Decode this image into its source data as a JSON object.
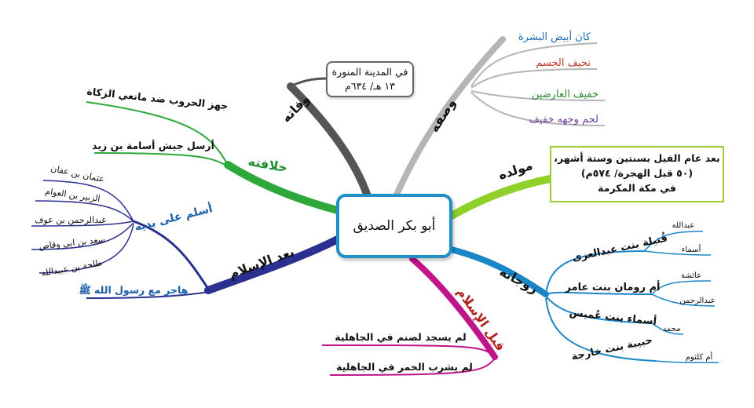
{
  "center": "أبو بكر الصديق",
  "death": {
    "title": "وفاته",
    "line1": "في المدينة المنورة",
    "line2": "١٣ هـ/ ٦٣٤م",
    "color": "#555555"
  },
  "description": {
    "title": "وصفه",
    "color": "#b5b5b5",
    "items": [
      {
        "text": "كان أبيض البشرة",
        "color": "#1f6fb5"
      },
      {
        "text": "نحيف الجسم",
        "color": "#c0392b"
      },
      {
        "text": "خفيف العارضين",
        "color": "#2e8b2e"
      },
      {
        "text": "لحم وجهه خفيف",
        "color": "#6a3d9a"
      }
    ]
  },
  "birth": {
    "title": "مولده",
    "color": "#8fd12a",
    "line1": "بعد عام الفيل بسنتين وستة أشهر،",
    "line2": "(٥٠ قبل الهجرة/ ٥٧٤م)",
    "line3": "في مكة المكرمة"
  },
  "wives": {
    "title": "زوجاته",
    "color": "#1a86c8",
    "items": [
      {
        "name": "قُتيلة بنت عبدالعزى",
        "children": [
          "عبدالله",
          "أسماء"
        ]
      },
      {
        "name": "أم رومان بنت عامر",
        "children": [
          "عائشة",
          "عبدالرحمن"
        ]
      },
      {
        "name": "أسماء بنت عُميس",
        "children": [
          "محمد"
        ]
      },
      {
        "name": "حبيبة بنت خارجة",
        "children": [
          "أم كلثوم"
        ]
      }
    ]
  },
  "before_islam": {
    "title": "قبل الإسلام",
    "color": "#c0158a",
    "items": [
      "لم يسجد لصنم في الجاهلية",
      "لم يشرب الخمر في الجاهلية"
    ]
  },
  "after_islam": {
    "title": "بعد الإسلام",
    "color": "#2b2f8f",
    "converts_title": "أسلم على يديه",
    "converts": [
      "عثمان بن عفان",
      "الزبير بن العوام",
      "عبدالرحمن بن عوف",
      "سعد بن ابي وقاص",
      "طلحة بن عبيدالله"
    ],
    "migration": "هاجر مع رسول الله ﷺ"
  },
  "caliphate": {
    "title": "خلافته",
    "color": "#2ea83a",
    "items": [
      "جهز الحروب ضد مانعي الزكاة",
      "أرسل جيش أسامة بن زيد"
    ]
  }
}
